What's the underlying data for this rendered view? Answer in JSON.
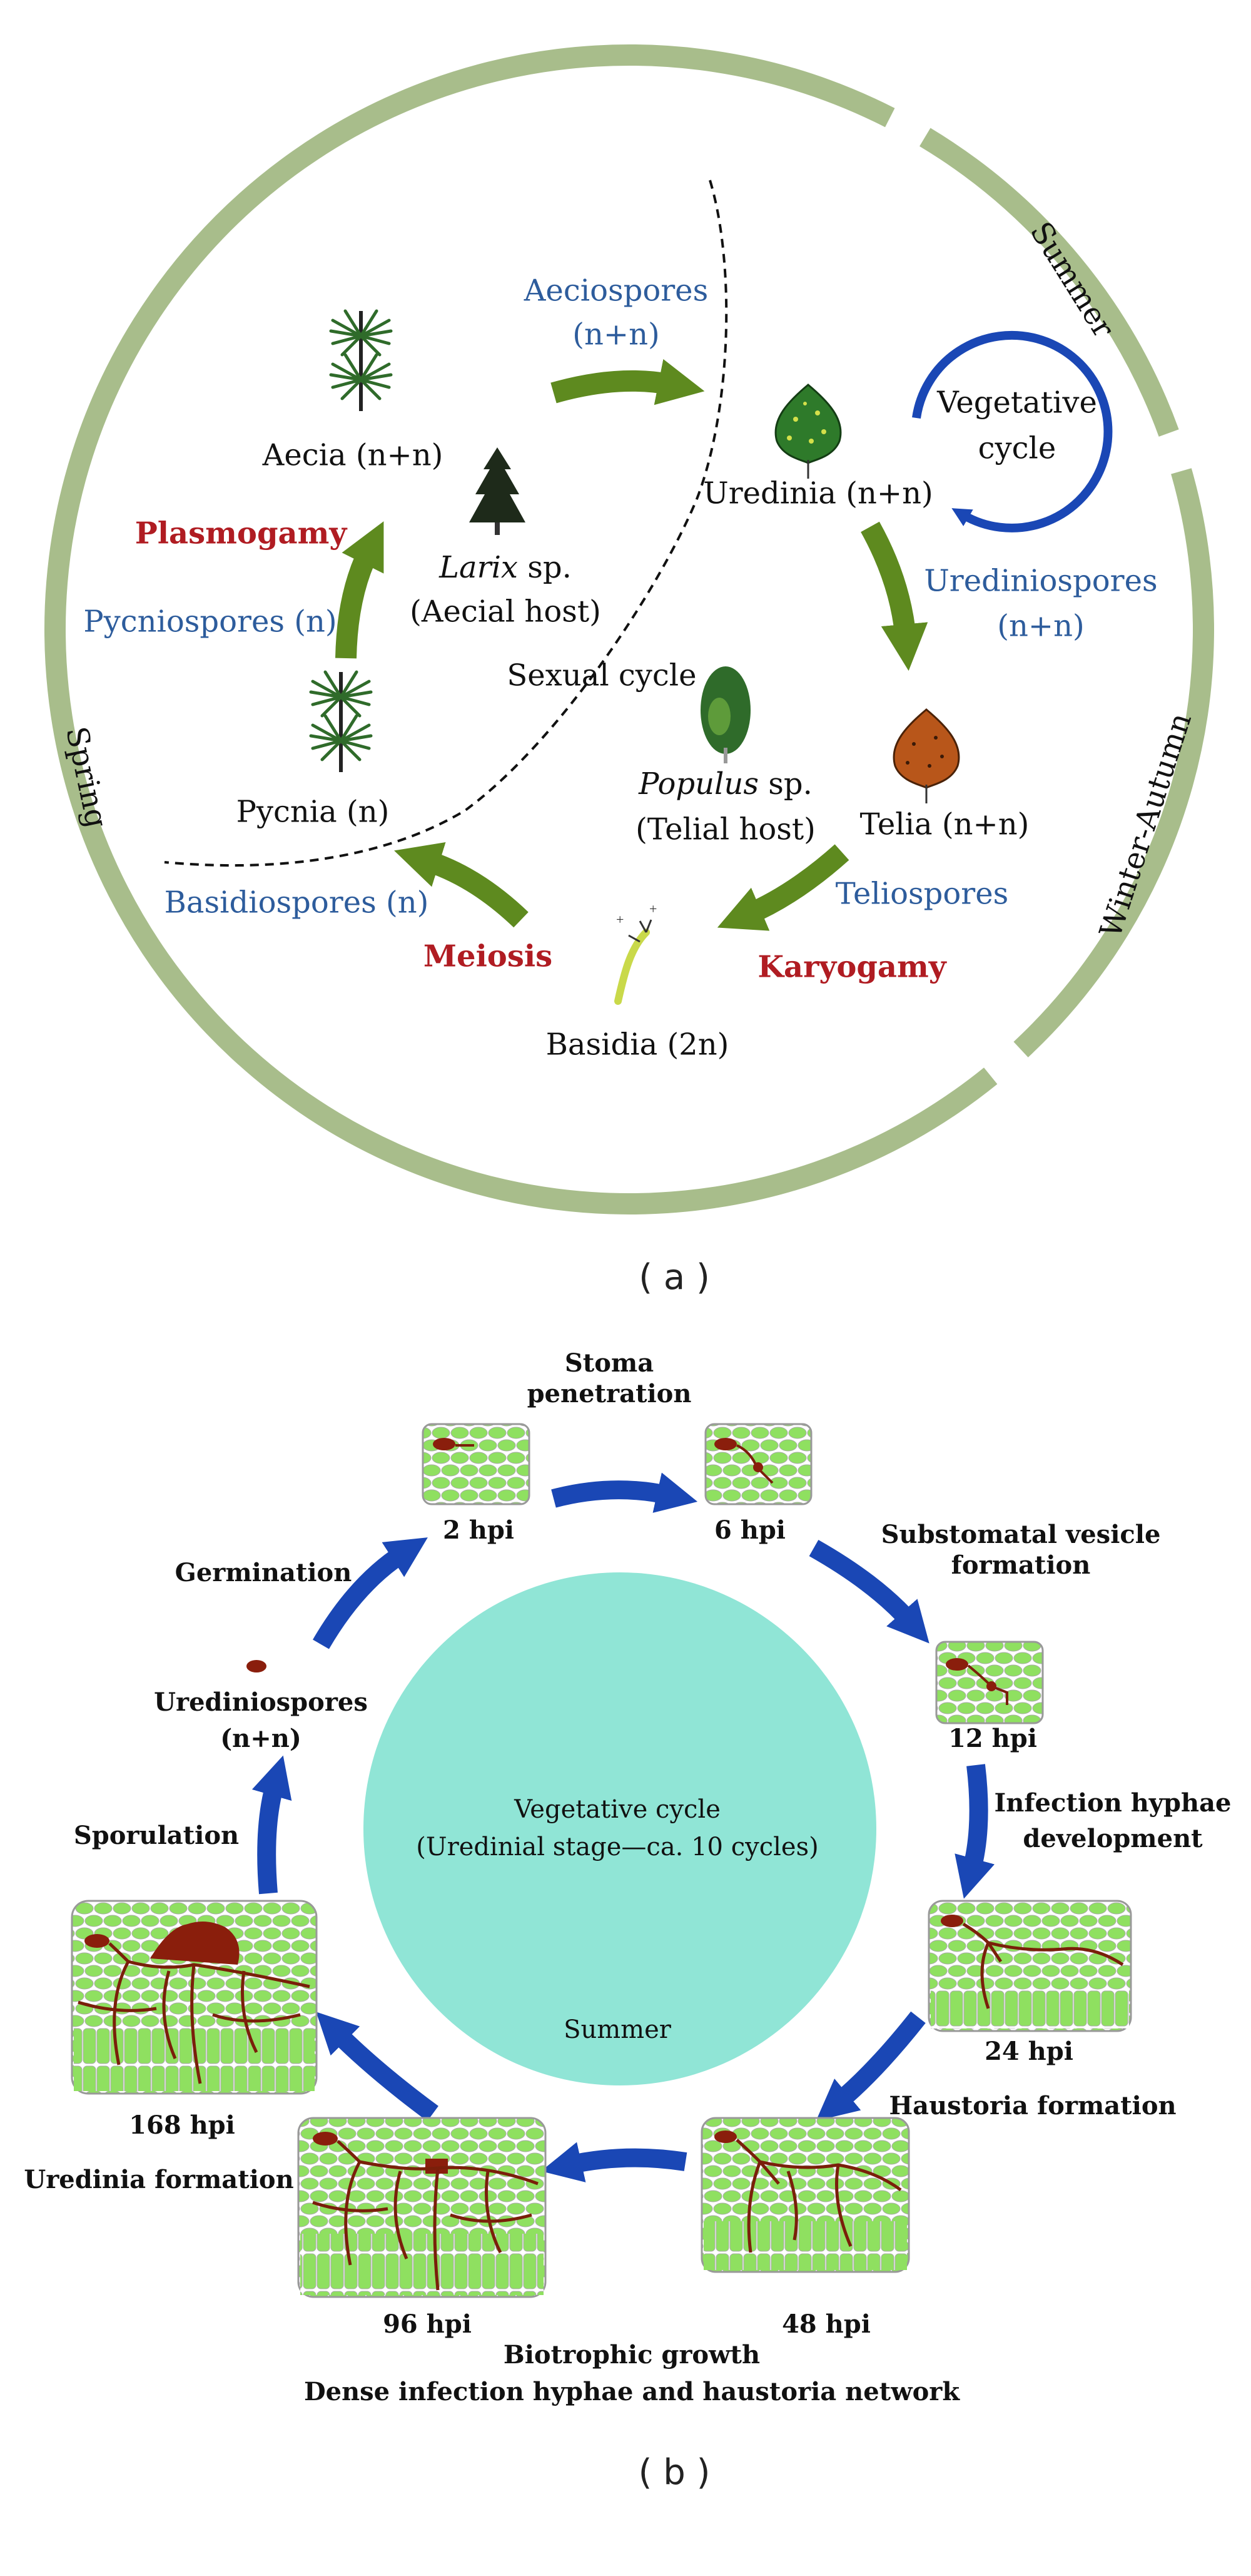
{
  "panel_a": {
    "label": "( a )",
    "seasons": {
      "summer": "Summer",
      "winter_autumn": "Winter-Autumn",
      "spring": "Spring"
    },
    "aeciospores": [
      "Aeciospores",
      "(n+n)"
    ],
    "aecia": "Aecia (n+n)",
    "plasmogamy": "Plasmogamy",
    "pycniospores": "Pycniospores (n)",
    "larix": {
      "genus": "Larix",
      "suffix": " sp.",
      "role": "(Aecial host)"
    },
    "sexual_cycle": "Sexual cycle",
    "pycnia": "Pycnia (n)",
    "basidiospores": "Basidiospores (n)",
    "meiosis": "Meiosis",
    "basidia": "Basidia (2n)",
    "karyogamy": "Karyogamy",
    "teliospores": "Teliospores",
    "telia": "Telia (n+n)",
    "populus": {
      "genus": "Populus",
      "suffix": " sp.",
      "role": "(Telial host)"
    },
    "urediniospores": [
      "Urediniospores",
      "(n+n)"
    ],
    "uredinia": "Uredinia (n+n)",
    "vegetative_cycle": [
      "Vegetative",
      "cycle"
    ],
    "colors": {
      "ring": "#a8bd8b",
      "arrow": "#5e8a1f",
      "spore_text": "#2d5c9c",
      "process_text": "#b01c22",
      "vegetative_arrow": "#1a47b5"
    }
  },
  "panel_b": {
    "label": "( b )",
    "center": [
      "Vegetative cycle",
      "(Uredinial stage—ca. 10 cycles)",
      "Summer"
    ],
    "stoma_penetration": [
      "Stoma",
      "penetration"
    ],
    "substomatal": [
      "Substomatal vesicle",
      "formation"
    ],
    "infection_hyphae": [
      "Infection hyphae",
      "development"
    ],
    "haustoria": "Haustoria formation",
    "biotrophic": [
      "Biotrophic growth",
      "Dense infection hyphae and haustoria network"
    ],
    "uredinia_formation": "Uredinia formation",
    "sporulation": "Sporulation",
    "urediniospores": [
      "Urediniospores",
      "(n+n)"
    ],
    "germination": "Germination",
    "times": [
      "2 hpi",
      "6 hpi",
      "12 hpi",
      "24 hpi",
      "48 hpi",
      "96 hpi",
      "168 hpi"
    ],
    "colors": {
      "center": "#90e5d6",
      "arrow": "#1a47b5",
      "cells": "#8fe060",
      "hyphae": "#7a1f0a"
    }
  }
}
